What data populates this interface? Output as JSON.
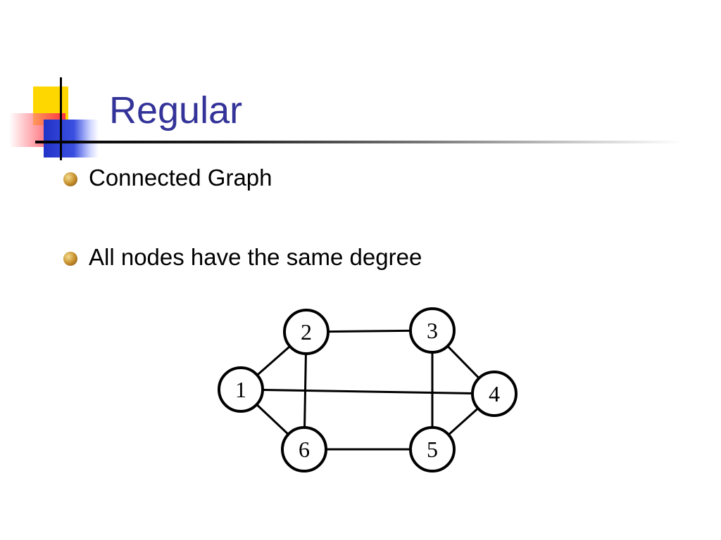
{
  "slide": {
    "title": "Regular",
    "title_color": "#333399",
    "bullets": [
      {
        "text": "Connected Graph"
      },
      {
        "text": "All nodes have the same degree"
      }
    ],
    "bullet_icon": "bronze-sphere-bullet-icon"
  },
  "graph": {
    "nodes": [
      {
        "id": "1",
        "label": "1"
      },
      {
        "id": "2",
        "label": "2"
      },
      {
        "id": "3",
        "label": "3"
      },
      {
        "id": "4",
        "label": "4"
      },
      {
        "id": "5",
        "label": "5"
      },
      {
        "id": "6",
        "label": "6"
      }
    ],
    "edges": [
      [
        "1",
        "2"
      ],
      [
        "1",
        "4"
      ],
      [
        "1",
        "6"
      ],
      [
        "2",
        "3"
      ],
      [
        "2",
        "6"
      ],
      [
        "3",
        "4"
      ],
      [
        "3",
        "5"
      ],
      [
        "4",
        "5"
      ],
      [
        "5",
        "6"
      ]
    ]
  }
}
